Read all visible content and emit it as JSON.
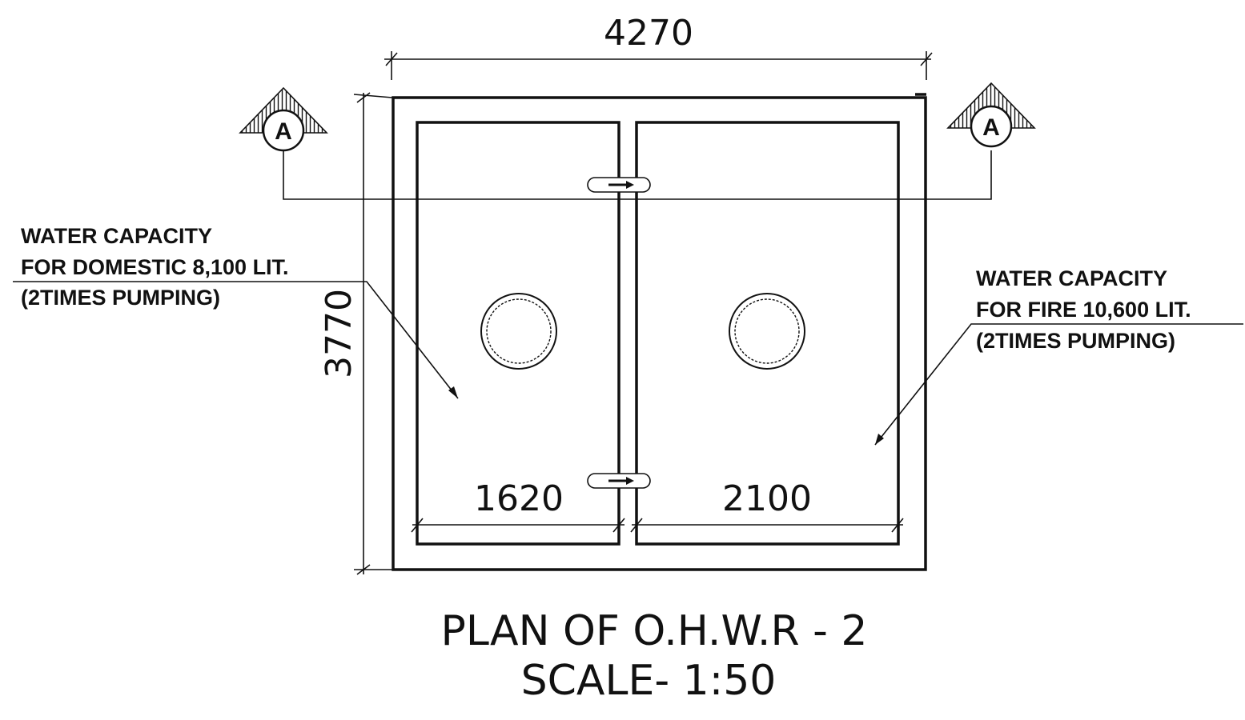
{
  "dimensions": {
    "overall_width": "4270",
    "overall_height": "3770",
    "left_tank_width": "1620",
    "right_tank_width": "2100"
  },
  "section_markers": {
    "left": "A",
    "right": "A"
  },
  "notes": {
    "domestic": {
      "line1": "WATER CAPACITY",
      "line2": "FOR DOMESTIC 8,100 LIT.",
      "line3": "(2TIMES PUMPING)"
    },
    "fire": {
      "line1": "WATER CAPACITY",
      "line2": "FOR FIRE 10,600 LIT.",
      "line3": "(2TIMES PUMPING)"
    }
  },
  "title": {
    "line1": "PLAN OF O.H.W.R - 2",
    "line2": "SCALE- 1:50"
  }
}
